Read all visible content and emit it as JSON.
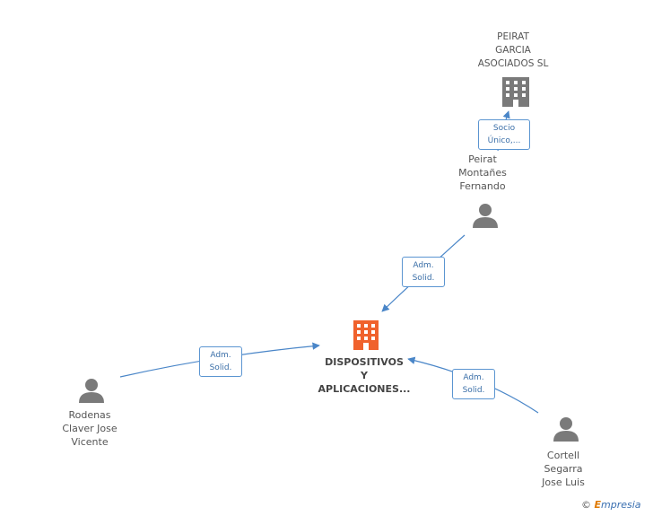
{
  "nodes": {
    "center": {
      "label": "DISPOSITIVOS\nY\nAPLICACIONES...",
      "color": "#f0622d"
    },
    "peirat_garcia": {
      "label": "PEIRAT\nGARCIA\nASOCIADOS SL",
      "color": "#7a7a7a"
    },
    "peirat_montanes": {
      "label": "Peirat\nMontañes\nFernando"
    },
    "rodenas": {
      "label": "Rodenas\nClaver Jose\nVicente"
    },
    "cortell": {
      "label": "Cortell\nSegarra\nJose Luis"
    }
  },
  "edges": {
    "socio": {
      "label": "Socio\nÚnico,..."
    },
    "adm_peirat": {
      "label": "Adm.\nSolid."
    },
    "adm_rodenas": {
      "label": "Adm.\nSolid."
    },
    "adm_cortell": {
      "label": "Adm.\nSolid."
    }
  },
  "colors": {
    "edge": "#4a86c8",
    "person": "#7a7a7a",
    "company_center": "#f0622d"
  },
  "brand": {
    "copyright": "©",
    "e": "E",
    "rest": "mpresia"
  }
}
